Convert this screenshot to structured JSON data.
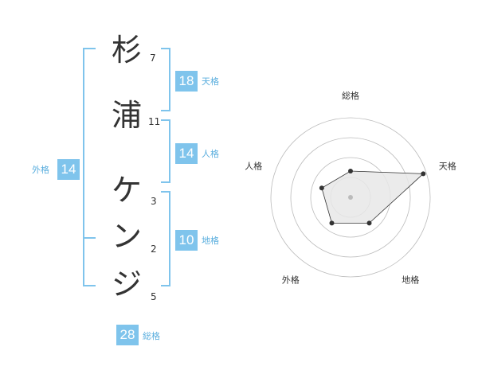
{
  "surname": [
    {
      "char": "杉",
      "strokes": "7"
    },
    {
      "char": "浦",
      "strokes": "11"
    }
  ],
  "given": [
    {
      "char": "ケ",
      "strokes": "3"
    },
    {
      "char": "ン",
      "strokes": "2"
    },
    {
      "char": "ジ",
      "strokes": "5"
    }
  ],
  "kaku": {
    "tenkaku": {
      "value": "18",
      "label": "天格"
    },
    "jinkaku": {
      "value": "14",
      "label": "人格"
    },
    "chikaku": {
      "value": "10",
      "label": "地格"
    },
    "gaikaku": {
      "value": "14",
      "label": "外格"
    },
    "soukaku": {
      "value": "28",
      "label": "総格"
    }
  },
  "colors": {
    "accent": "#7fc4ec",
    "text": "#333333"
  },
  "chart_data": {
    "type": "radar",
    "axes": [
      "総格",
      "天格",
      "地格",
      "外格",
      "人格"
    ],
    "values": [
      0.33,
      0.96,
      0.4,
      0.4,
      0.38
    ],
    "max": 1,
    "rings": 4
  }
}
